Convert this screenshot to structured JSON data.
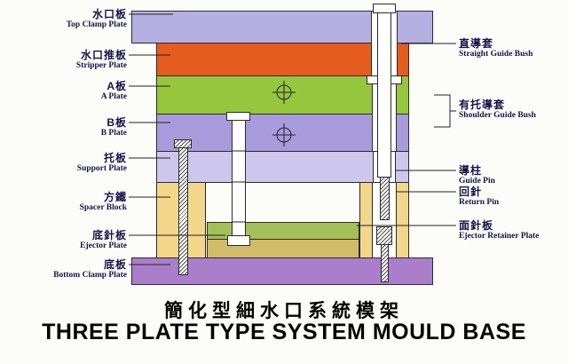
{
  "title": {
    "chinese": "簡化型細水口系統模架",
    "english": "THREE PLATE TYPE SYSTEM MOULD BASE"
  },
  "labels_left": [
    {
      "zh": "水口板",
      "en": "Top Clamp Plate"
    },
    {
      "zh": "水口推板",
      "en": "Stripper Plate"
    },
    {
      "zh": "A板",
      "en": "A Plate"
    },
    {
      "zh": "B板",
      "en": "B Plate"
    },
    {
      "zh": "托板",
      "en": "Support Plate"
    },
    {
      "zh": "方鐵",
      "en": "Spacer Block"
    },
    {
      "zh": "底針板",
      "en": "Ejector Plate"
    },
    {
      "zh": "底板",
      "en": "Bottom Clamp Plate"
    }
  ],
  "labels_right": [
    {
      "zh": "直導套",
      "en": "Straight Guide Bush"
    },
    {
      "zh": "有托導套",
      "en": "Shoulder Guide Bush"
    },
    {
      "zh": "導柱",
      "en": "Guide Pin"
    },
    {
      "zh": "回針",
      "en": "Return Pin"
    },
    {
      "zh": "面針板",
      "en": "Ejector Retainer Plate"
    }
  ],
  "colors": {
    "top_clamp_plate": "#b6b0e2",
    "stripper_plate": "#e65c1e",
    "a_plate": "#96c63e",
    "b_plate": "#a89bdb",
    "support_plate": "#cdc7ee",
    "spacer_block": "#f2d78a",
    "ejector_retainer_plate": "#a3bf58",
    "ejector_plate": "#d2bc6a",
    "bottom_clamp_plate": "#aa7ecb",
    "pin_fill": "#ffffff",
    "outline": "#2b2b2b",
    "label_text": "#14144e",
    "title_text": "#000000"
  }
}
